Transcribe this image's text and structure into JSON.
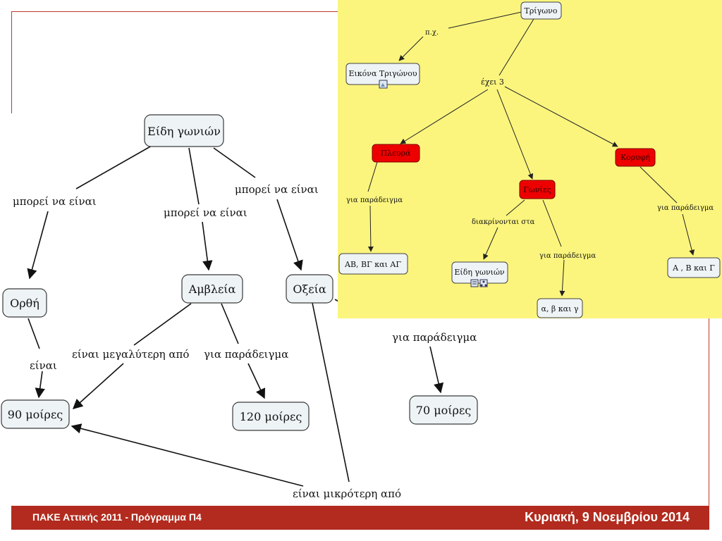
{
  "angles_map": {
    "nodes": {
      "root": "Είδη γωνιών",
      "right": "Ορθή",
      "obtuse": "Αμβλεία",
      "acute": "Οξεία",
      "deg90": "90 μοίρες",
      "deg120": "120 μοίρες",
      "deg70": "70 μοίρες"
    },
    "links": {
      "can_be_left": "μπορεί να είναι",
      "can_be_mid": "μπορεί να είναι",
      "can_be_right": "μπορεί να είναι",
      "is": "είναι",
      "greater_than": "είναι μεγαλύτερη από",
      "example_obtuse": "για παράδειγμα",
      "example_acute": "για παράδειγμα",
      "smaller_than": "είναι μικρότερη από"
    }
  },
  "triangle_map": {
    "background": "#fbf57e",
    "nodes": {
      "triangle": "Τρίγωνο",
      "image": "Εικόνα Τριγώνου",
      "sides": "Πλευρά",
      "angles": "Γωνίες",
      "vertex": "Κορυφή",
      "sides_example": "ΑΒ, ΒΓ και ΑΓ",
      "angle_types": "Είδη γωνιών",
      "angles_example": "α, β και γ",
      "vertex_example": "Α , Β  και Γ"
    },
    "links": {
      "eg": "π.χ.",
      "has3": "έχει 3",
      "example_sides": "για παράδειγμα",
      "distinguished": "διακρίνονται στα",
      "example_angles": "για παράδειγμα",
      "example_vertex": "για παράδειγμα"
    }
  },
  "footer": {
    "left": "ΠΑΚΕ Αττικής 2011 - Πρόγραμμα Π4",
    "right": "Κυριακή, 9 Νοεμβρίου 2014",
    "color": "#b22b1e"
  }
}
